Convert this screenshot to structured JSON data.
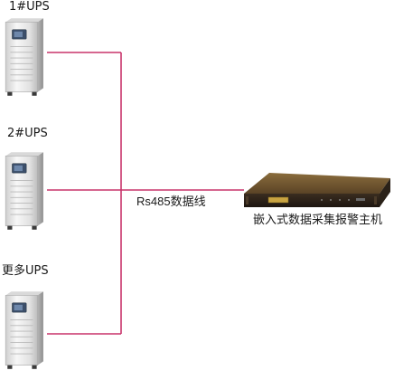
{
  "ups_units": [
    {
      "label": "1#UPS"
    },
    {
      "label": "2#UPS"
    },
    {
      "label": "更多UPS"
    }
  ],
  "bus": {
    "label": "Rs485数据线"
  },
  "device": {
    "label": "嵌入式数据采集报警主机"
  },
  "colors": {
    "bus_line": "#c8336a",
    "ups_body": "#e6e6e6",
    "ups_panel": "#3c4f6a",
    "device_top": "#6b5230",
    "device_front": "#2a2118",
    "device_display": "#c9a441"
  },
  "icons": {
    "ups": "ups-tower-icon",
    "device": "rack-unit-icon"
  }
}
